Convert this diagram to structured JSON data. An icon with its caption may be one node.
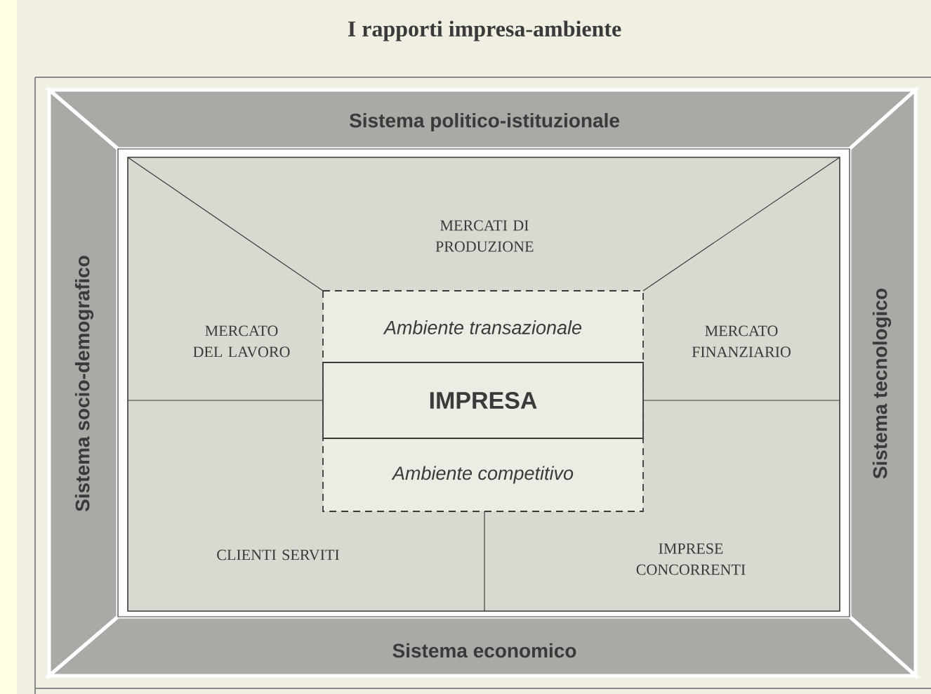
{
  "diagram": {
    "title": "I rapporti impresa-ambiente",
    "nodes": [
      {
        "text": [
          "Sistema politico-istituzionale"
        ]
      },
      {
        "text": [
          "Sistema socio-demografico"
        ]
      },
      {
        "text": [
          "Sistema tecnologico"
        ]
      },
      {
        "text": [
          "Sistema economico"
        ]
      },
      {
        "text": [
          "Ambiente transazionale",
          "Ambiente competitivo"
        ]
      },
      {
        "text": [
          "IMPRESA"
        ],
        "in": 4
      }
    ],
    "edges": [],
    "labels": [
      "MERCATI DI PRODUZIONE",
      "MERCATO DEL LAVORO",
      "MERCATO FINANZIARIO",
      "CLIENTI SERVITI",
      "IMPRESE CONCORRENTI"
    ]
  }
}
